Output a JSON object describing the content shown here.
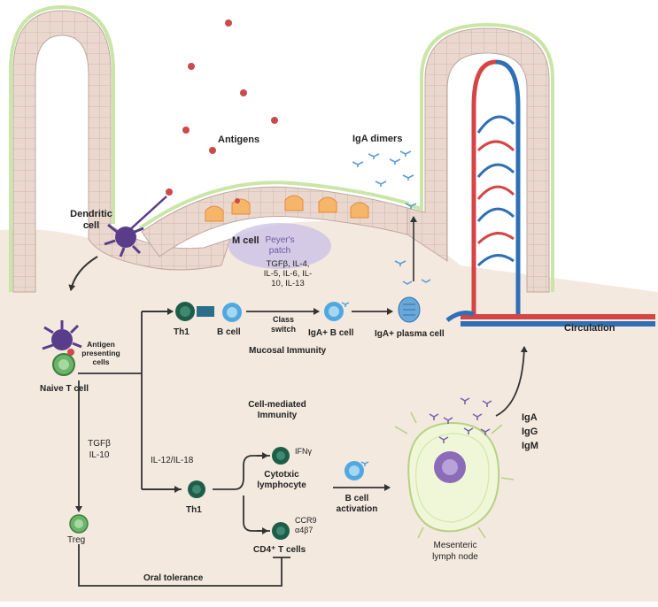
{
  "labels": {
    "antigens": "Antigens",
    "iga_dimers": "IgA dimers",
    "dendritic_cell": "Dendritic cell",
    "m_cell": "M cell",
    "peyers_patch": "Peyer's patch",
    "cytokines_class_switch": "TGFβ, IL-4, IL-5, IL-6, IL-10, IL-13",
    "class_switch": "Class switch",
    "th1_top": "Th1",
    "b_cell": "B cell",
    "iga_b_cell": "IgA+ B cell",
    "iga_plasma_cell": "IgA+ plasma cell",
    "circulation": "Circulation",
    "antigen_presenting_cells": "Antigen presenting cells",
    "mucosal_immunity": "Mucosal Immunity",
    "naive_t_cell": "Naive T cell",
    "cell_mediated_immunity": "Cell-mediated Immunity",
    "tgfb_il10": "TGFβ IL-10",
    "il12_il18": "IL-12/IL-18",
    "ifng": "IFNγ",
    "cytotoxic_lymphocyte": "Cytotxic lymphocyte",
    "th1_bottom": "Th1",
    "b_cell_activation": "B cell activation",
    "ccr9_a4b7": "CCR9 α4β7",
    "cd4_t_cells": "CD4⁺ T cells",
    "treg": "Treg",
    "oral_tolerance": "Oral tolerance",
    "iga": "IgA",
    "igg": "IgG",
    "igm": "IgM",
    "mesenteric_lymph_node": "Mesenteric lymph node"
  },
  "colors": {
    "tissue": "#f3e9df",
    "epithelium_fill": "#ead8cf",
    "epithelium_border": "#bfa79f",
    "mucus_line": "#c9e6a8",
    "artery": "#d64545",
    "vein": "#2f6fb5",
    "antigen": "#cc4a4a",
    "th1_cell": "#1f5d4a",
    "b_cell": "#4fa9e0",
    "dendritic": "#5a3d8a",
    "treg": "#6db36b",
    "antibody": "#5c9bd6",
    "arrow": "#333333",
    "peyers": "#c9bfe8"
  }
}
